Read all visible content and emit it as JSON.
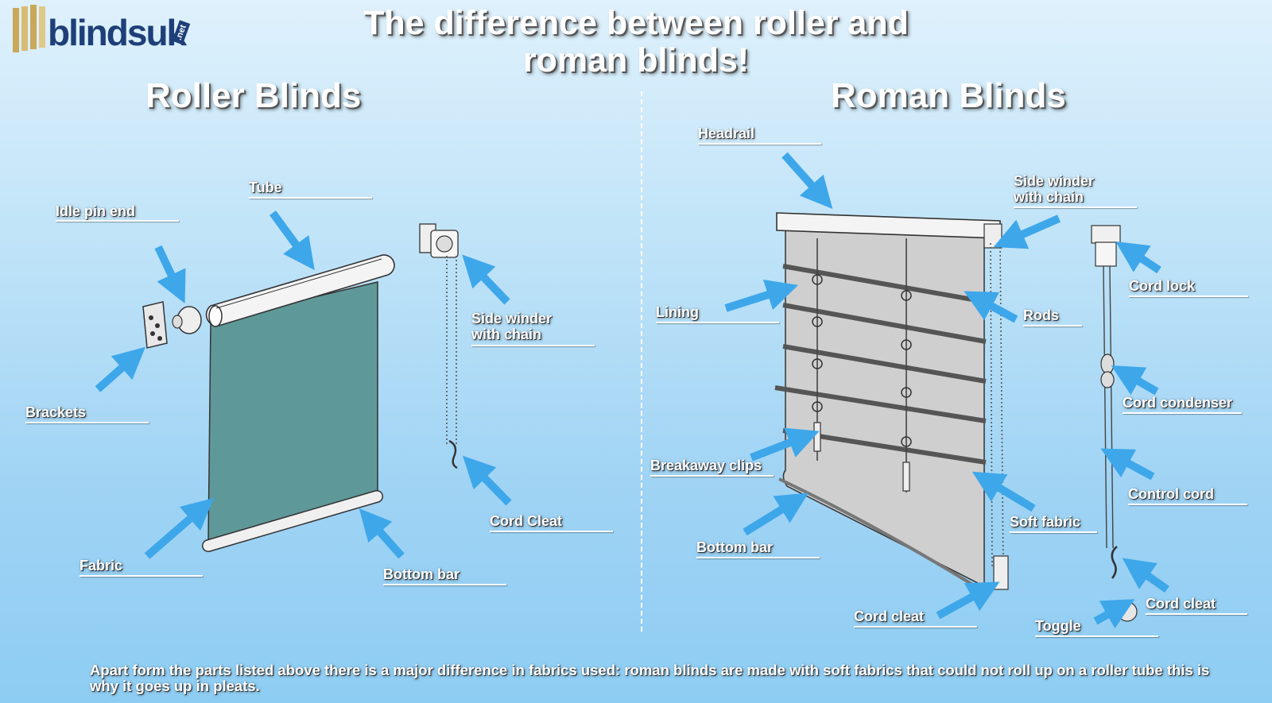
{
  "logo": {
    "text": "blindsuk",
    "tld": ".net"
  },
  "title": {
    "line1": "The difference between roller and",
    "line2": "roman blinds!"
  },
  "roller": {
    "heading": "Roller Blinds",
    "labels": {
      "tube": "Tube",
      "idle_pin_end": "Idle pin end",
      "brackets": "Brackets",
      "side_winder": "Side winder\nwith chain",
      "cord_cleat": "Cord Cleat",
      "fabric": "Fabric",
      "bottom_bar": "Bottom bar"
    }
  },
  "roman": {
    "heading": "Roman Blinds",
    "labels": {
      "headrail": "Headrail",
      "side_winder": "Side winder\nwith chain",
      "cord_lock": "Cord lock",
      "lining": "Lining",
      "rods": "Rods",
      "cord_condenser": "Cord condenser",
      "control_cord": "Control cord",
      "breakaway_clips": "Breakaway clips",
      "soft_fabric": "Soft fabric",
      "bottom_bar": "Bottom bar",
      "cord_cleat_1": "Cord cleat",
      "cord_cleat_2": "Cord cleat",
      "toggle": "Toggle"
    }
  },
  "footer": "Apart form the parts listed above there is a major difference in fabrics used: roman blinds are made with soft fabrics that could not roll up on a roller tube this is why it goes up in pleats.",
  "colors": {
    "arrow": "#3ea7ea",
    "fabric_roller": "#5f9898",
    "fabric_roman": "#cfcfcf",
    "logo": "#1e3f78",
    "logo_accent": "#c9a85a"
  }
}
